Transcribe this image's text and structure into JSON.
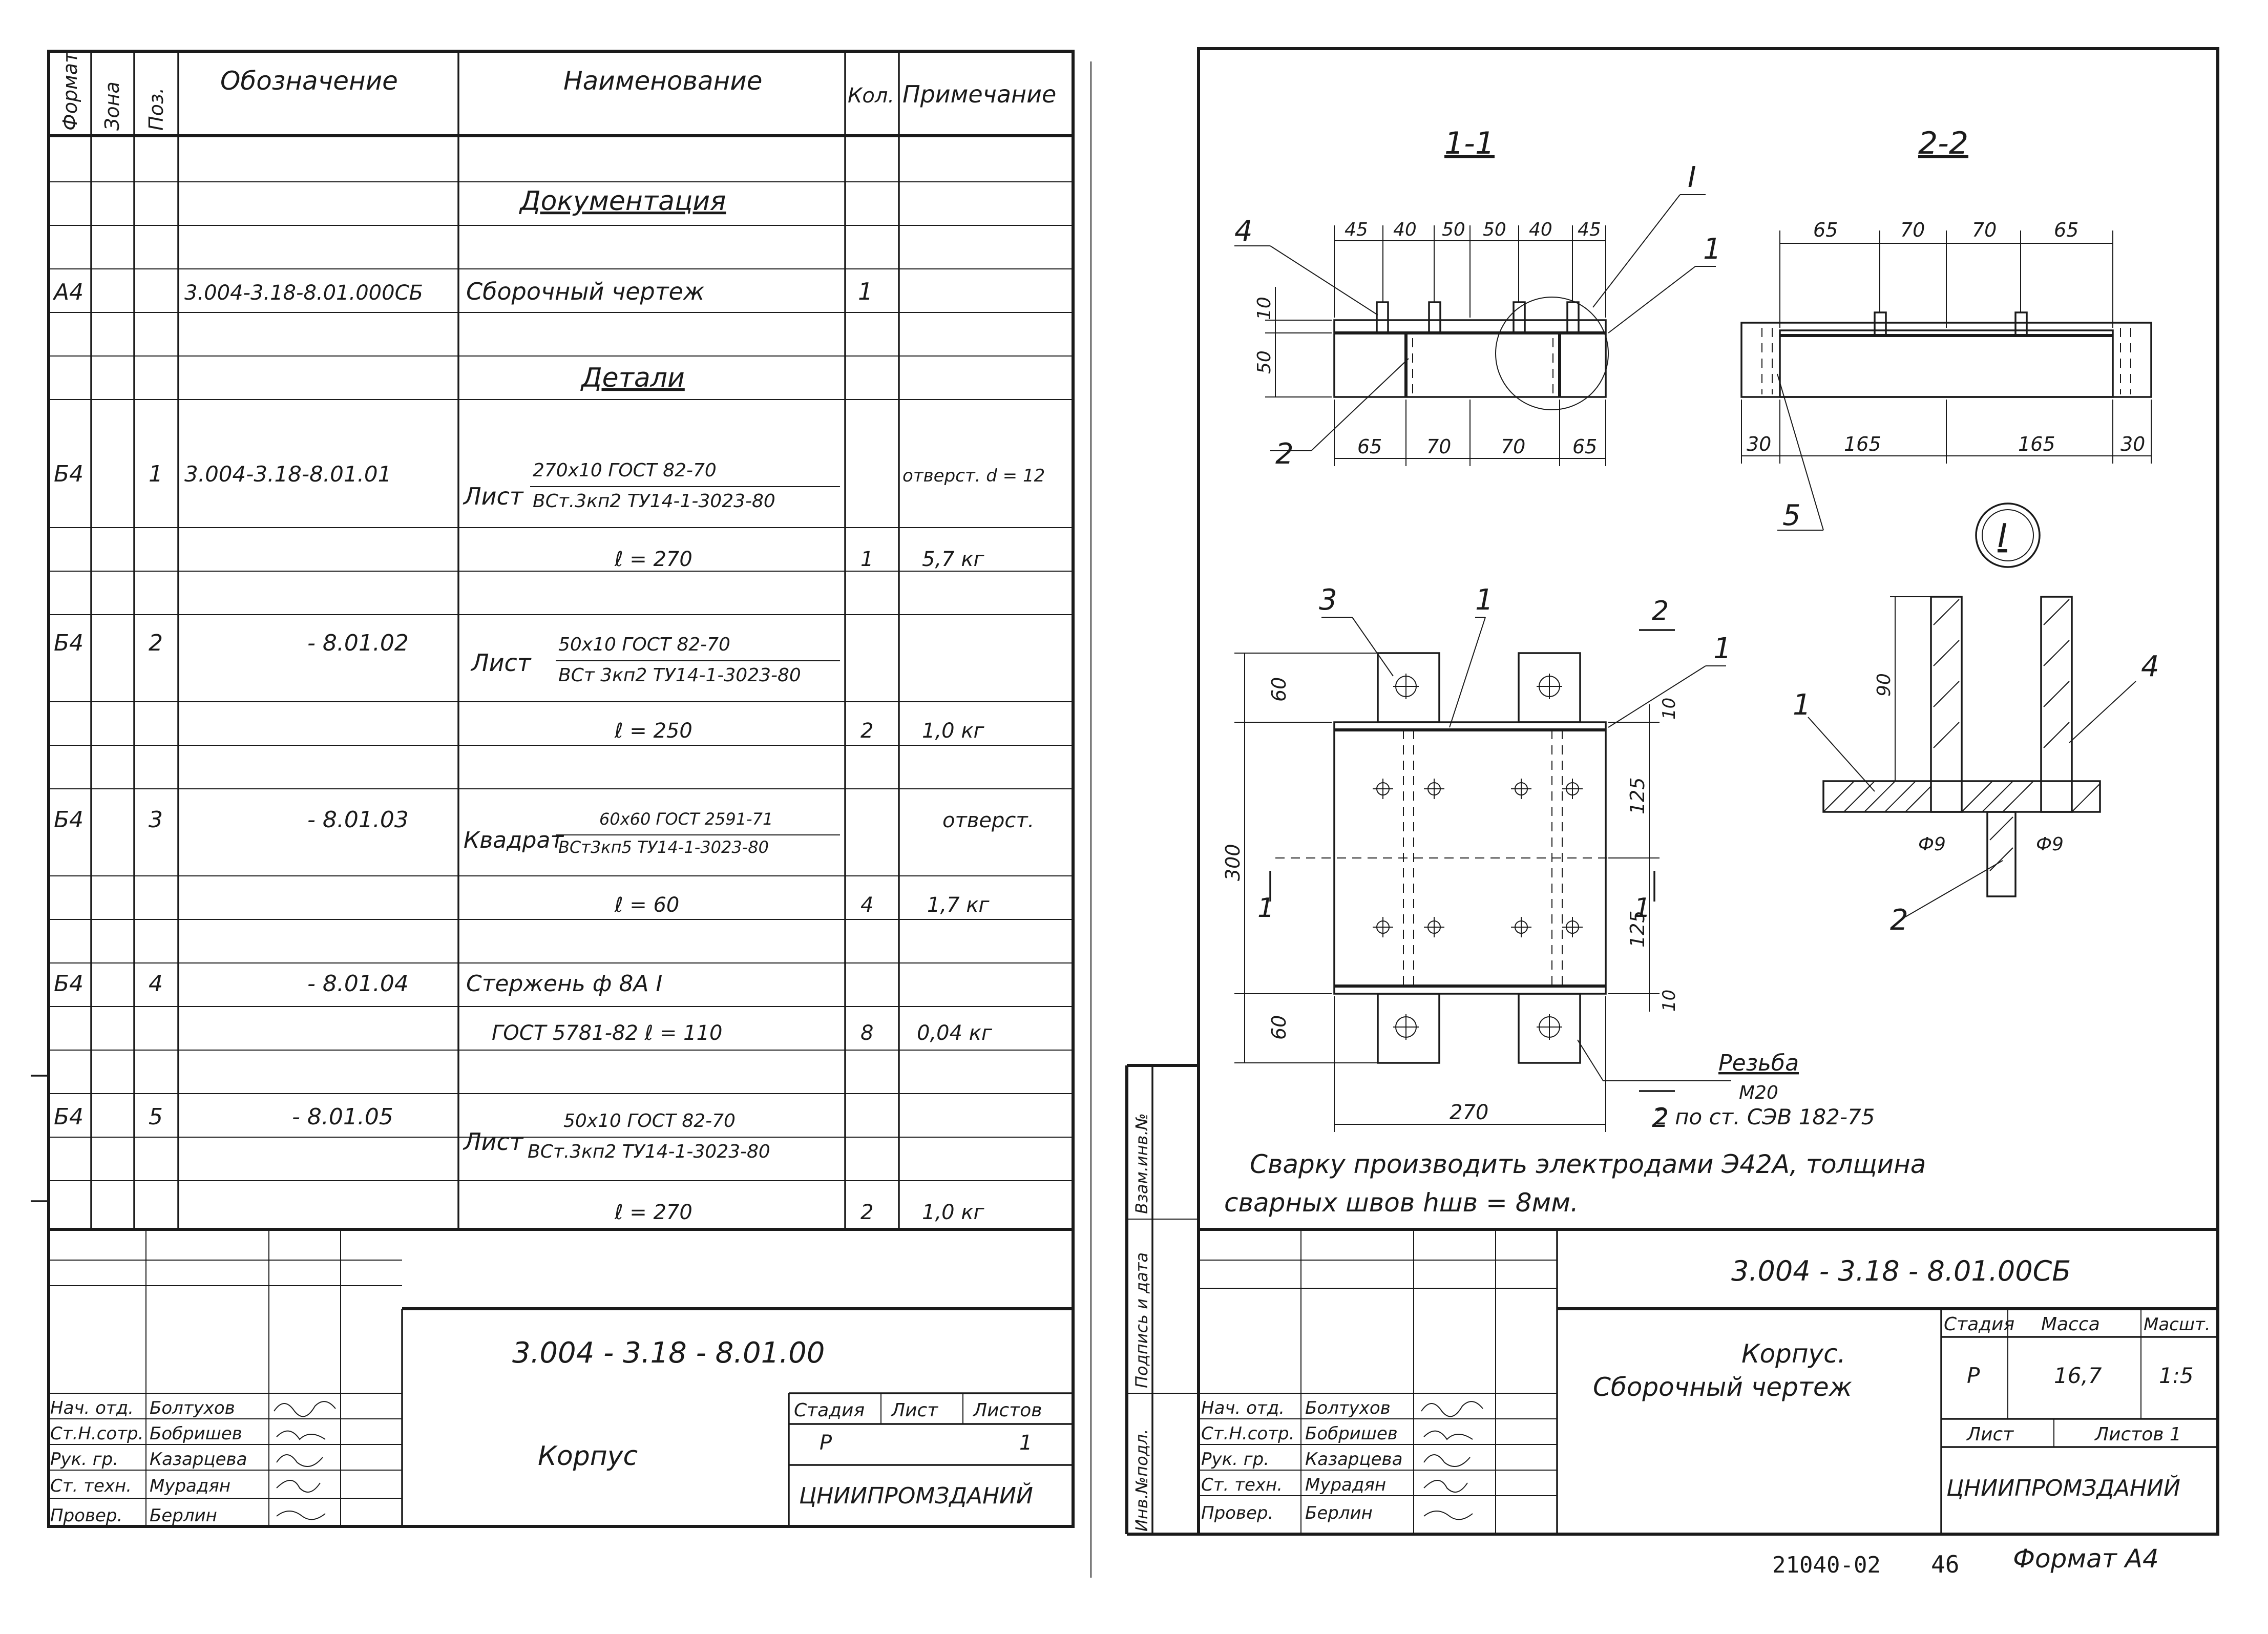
{
  "spec": {
    "headers": {
      "format": "Формат",
      "zone": "Зона",
      "pos": "Поз.",
      "designation": "Обозначение",
      "name": "Наименование",
      "qty": "Кол.",
      "note": "Примечание"
    },
    "section_docs": "Документация",
    "section_parts": "Детали",
    "doc_row": {
      "format": "А4",
      "designation": "3.004-3.18-8.01.000СБ",
      "name": "Сборочный чертеж",
      "qty": "1"
    },
    "rows": [
      {
        "format": "Б4",
        "pos": "1",
        "designation": "3.004-3.18-8.01.01",
        "name": "Лист",
        "spec_top": "270х10 ГОСТ 82-70",
        "spec_bottom": "ВСт.3кп2 ТУ14-1-3023-80",
        "note": "отверст. d = 12",
        "length": "ℓ = 270",
        "qty": "1",
        "mass": "5,7 кг"
      },
      {
        "format": "Б4",
        "pos": "2",
        "designation": "- 8.01.02",
        "name": "Лист",
        "spec_top": "50х10 ГОСТ 82-70",
        "spec_bottom": "ВСт 3кп2 ТУ14-1-3023-80",
        "note": "",
        "length": "ℓ = 250",
        "qty": "2",
        "mass": "1,0 кг"
      },
      {
        "format": "Б4",
        "pos": "3",
        "designation": "- 8.01.03",
        "name": "Квадрат",
        "spec_top": "60х60 ГОСТ 2591-71",
        "spec_bottom": "ВСт3кп5 ТУ14-1-3023-80",
        "note": "отверст.",
        "length": "ℓ = 60",
        "qty": "4",
        "mass": "1,7 кг"
      },
      {
        "format": "Б4",
        "pos": "4",
        "designation": "- 8.01.04",
        "name": "Стержень ф 8А I",
        "spec_top": "",
        "spec_bottom": "",
        "note": "",
        "length": "ГОСТ 5781-82   ℓ = 110",
        "qty": "8",
        "mass": "0,04 кг"
      },
      {
        "format": "Б4",
        "pos": "5",
        "designation": "- 8.01.05",
        "name": "Лист",
        "spec_top": "50х10 ГОСТ 82-70",
        "spec_bottom": "ВСт.3кп2 ТУ14-1-3023-80",
        "note": "",
        "length": "ℓ = 270",
        "qty": "2",
        "mass": "1,0 кг"
      }
    ],
    "title_block": {
      "code": "3.004 - 3.18 - 8.01.00",
      "title": "Корпус",
      "stage_label": "Стадия",
      "sheet_label": "Лист",
      "sheets_label": "Листов",
      "stage": "Р",
      "sheets": "1",
      "org": "ЦНИИПРОМЗДАНИЙ",
      "roles": [
        "Нач. отд.",
        "Ст.Н.сотр.",
        "Рук. гр.",
        "Ст. техн.",
        "Провер."
      ],
      "names": [
        "Болтухов",
        "Бобришев",
        "Казарцева",
        "Мурадян",
        "Берлин"
      ]
    }
  },
  "drawing": {
    "section_1": "1-1",
    "section_2": "2-2",
    "callout_I": "I",
    "detail_I": "I",
    "dims_top_1": [
      "45",
      "40",
      "50",
      "50",
      "40",
      "45"
    ],
    "dims_bottom_1": [
      "65",
      "70",
      "70",
      "65"
    ],
    "dims_left_1": [
      "10",
      "50"
    ],
    "dims_top_2": [
      "65",
      "70",
      "70",
      "65"
    ],
    "dims_bottom_2": [
      "30",
      "165",
      "165",
      "30"
    ],
    "plan_dims_left": [
      "60",
      "300",
      "60"
    ],
    "plan_dims_right": [
      "10",
      "125",
      "125",
      "10"
    ],
    "plan_dim_bottom": "270",
    "detail_dims": [
      "90",
      "Ф9",
      "Ф9"
    ],
    "pos_labels": [
      "1",
      "2",
      "3",
      "4",
      "5"
    ],
    "cut_marks": [
      "1",
      "1",
      "2",
      "2"
    ],
    "thread_label": "Резьба",
    "thread_size": "М20",
    "weld_ref": "2 по ст. СЭВ 182-75",
    "note_line1": "Сварку производить электродами Э42А, толщина",
    "note_line2": "сварных швов  hшв = 8мм.",
    "side_labels": [
      "Взам.инв.№",
      "Подпись и дата",
      "Инв.№подл."
    ]
  },
  "title_block2": {
    "code": "3.004 - 3.18 - 8.01.00СБ",
    "title_line1": "Корпус.",
    "title_line2": "Сборочный чертеж",
    "stage_label": "Стадия",
    "mass_label": "Масса",
    "scale_label": "Масшт.",
    "stage": "Р",
    "mass": "16,7",
    "scale": "1:5",
    "sheet_label": "Лист",
    "sheets_label": "Листов 1",
    "org": "ЦНИИПРОМЗДАНИЙ",
    "roles": [
      "Нач. отд.",
      "Ст.Н.сотр.",
      "Рук. гр.",
      "Ст. техн.",
      "Провер."
    ],
    "names": [
      "Болтухов",
      "Бобришев",
      "Казарцева",
      "Мурадян",
      "Берлин"
    ]
  },
  "footer": {
    "number": "21040-02",
    "page": "46",
    "format": "Формат А4"
  }
}
